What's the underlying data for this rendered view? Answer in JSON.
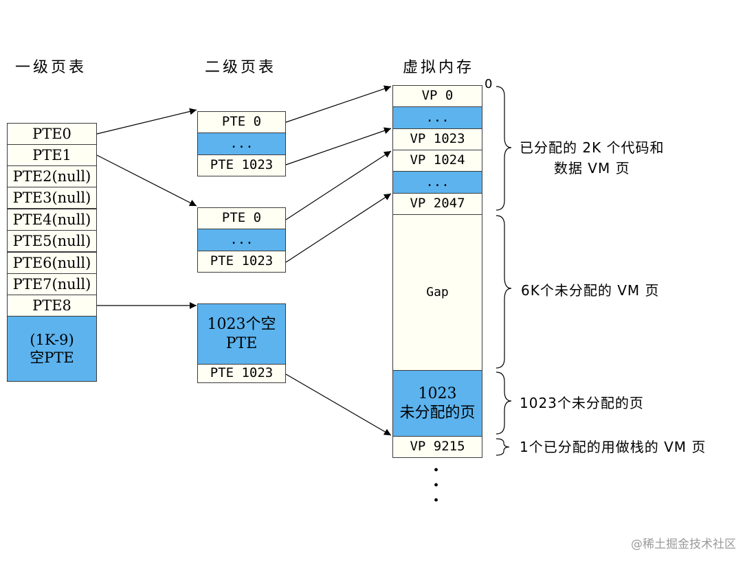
{
  "titles": {
    "level1": "一级页表",
    "level2": "二级页表",
    "vmem": "虚拟内存"
  },
  "level1_table": [
    "PTE0",
    "PTE1",
    "PTE2(null)",
    "PTE3(null)",
    "PTE4(null)",
    "PTE5(null)",
    "PTE6(null)",
    "PTE7(null)",
    "PTE8",
    "(1K-9)\n空PTE"
  ],
  "level2_table_a": [
    "PTE 0",
    "...",
    "PTE 1023"
  ],
  "level2_table_b": [
    "PTE 0",
    "...",
    "PTE 1023"
  ],
  "level2_table_c": [
    "1023个空\nPTE",
    "PTE 1023"
  ],
  "vm_pages": [
    "VP 0",
    "...",
    "VP 1023",
    "VP 1024",
    "...",
    "VP 2047",
    "Gap",
    "1023\n未分配的页",
    "VP 9215"
  ],
  "vm_zero": "0",
  "vm_continuation": "·\n·\n·",
  "annotations": {
    "allocated": "已分配的 2K 个代码和\n数据 VM 页",
    "gap": "6K个未分配的 VM 页",
    "unallocated": "1023个未分配的页",
    "stack": "1个已分配的用做栈的 VM 页"
  },
  "watermark": "@稀土掘金技术社区",
  "colors": {
    "cell_fill": "#fffff4",
    "highlight_fill": "#5cb3ee",
    "line": "#000000"
  }
}
